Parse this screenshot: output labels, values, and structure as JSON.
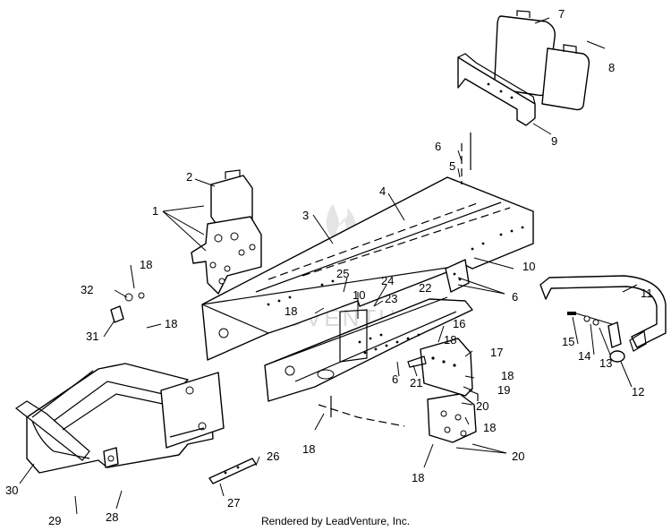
{
  "diagram": {
    "watermark_text": "LEADVENTURE",
    "footer": "Rendered by LeadVenture, Inc.",
    "callouts": [
      "1",
      "2",
      "3",
      "4",
      "5",
      "6",
      "6",
      "6",
      "7",
      "8",
      "9",
      "10",
      "10",
      "11",
      "12",
      "13",
      "14",
      "15",
      "16",
      "17",
      "18",
      "18",
      "18",
      "18",
      "18",
      "18",
      "18",
      "18",
      "19",
      "20",
      "20",
      "21",
      "22",
      "23",
      "24",
      "25",
      "26",
      "27",
      "28",
      "29",
      "30",
      "31",
      "32"
    ]
  }
}
